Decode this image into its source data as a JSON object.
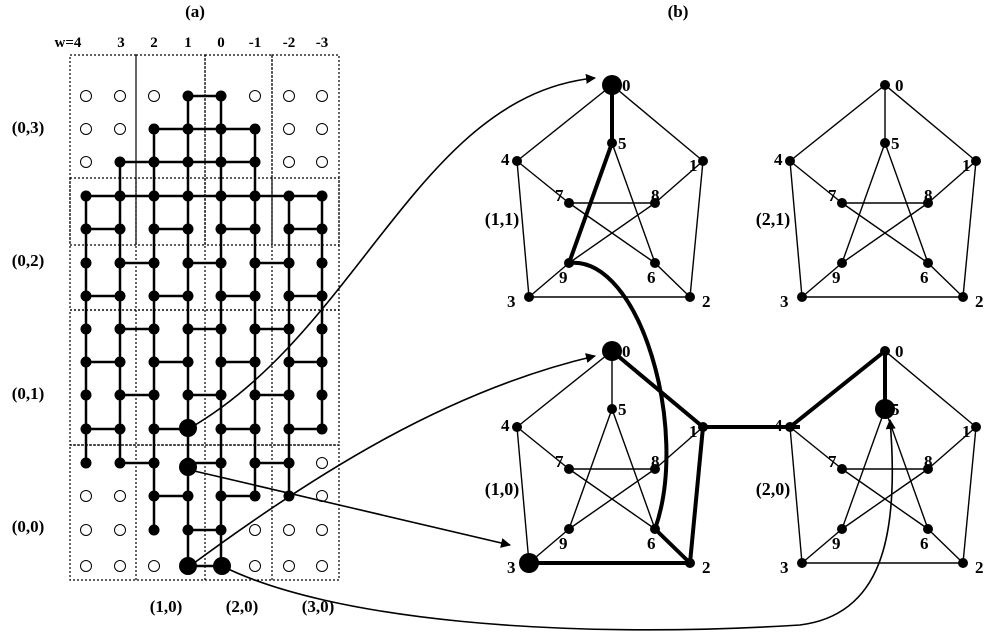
{
  "panels": {
    "a": "(a)",
    "b": "(b)"
  },
  "w_labels": [
    "w=4",
    "3",
    "2",
    "1",
    "0",
    "-1",
    "-2",
    "-3"
  ],
  "row_labels": [
    "(0,3)",
    "(0,2)",
    "(0,1)",
    "(0,0)"
  ],
  "bottom_labels": [
    "(1,0)",
    "(2,0)",
    "(3,0)"
  ],
  "petersen_graphs": [
    {
      "label": "(1,1)",
      "nodes": [
        "0",
        "1",
        "2",
        "3",
        "4",
        "5",
        "6",
        "7",
        "8",
        "9"
      ]
    },
    {
      "label": "(2,1)",
      "nodes": [
        "0",
        "1",
        "2",
        "3",
        "4",
        "5",
        "6",
        "7",
        "8",
        "9"
      ]
    },
    {
      "label": "(1,0)",
      "nodes": [
        "0",
        "1",
        "2",
        "3",
        "4",
        "5",
        "6",
        "7",
        "8",
        "9"
      ]
    },
    {
      "label": "(2,0)",
      "nodes": [
        "0",
        "1",
        "2",
        "3",
        "4",
        "5",
        "6",
        "7",
        "8",
        "9"
      ]
    }
  ]
}
